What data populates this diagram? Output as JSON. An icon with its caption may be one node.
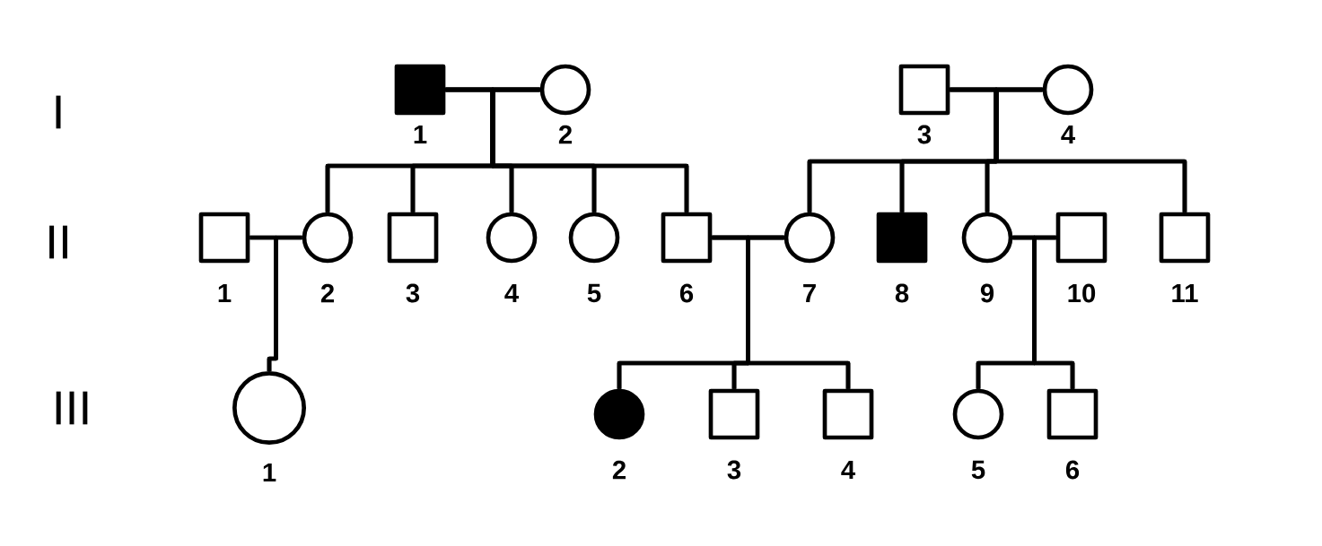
{
  "diagram": {
    "nodes": [
      {
        "text": [],
        "shape": "filled-box",
        "beside": [
          "1"
        ]
      },
      {
        "text": [],
        "shape": "circle",
        "beside": [
          "2"
        ]
      },
      {
        "text": [],
        "shape": "box",
        "beside": [
          "3"
        ]
      },
      {
        "text": [],
        "shape": "circle",
        "beside": [
          "4"
        ]
      },
      {
        "text": [],
        "shape": "box",
        "beside": [
          "1"
        ]
      },
      {
        "text": [],
        "shape": "circle",
        "beside": [
          "2"
        ]
      },
      {
        "text": [],
        "shape": "box",
        "beside": [
          "3"
        ]
      },
      {
        "text": [],
        "shape": "circle",
        "beside": [
          "4"
        ]
      },
      {
        "text": [],
        "shape": "circle",
        "beside": [
          "5"
        ]
      },
      {
        "text": [],
        "shape": "box",
        "beside": [
          "6"
        ]
      },
      {
        "text": [],
        "shape": "circle",
        "beside": [
          "7"
        ]
      },
      {
        "text": [],
        "shape": "filled-box",
        "beside": [
          "8"
        ]
      },
      {
        "text": [],
        "shape": "circle",
        "beside": [
          "9"
        ]
      },
      {
        "text": [],
        "shape": "box",
        "beside": [
          "10"
        ]
      },
      {
        "text": [],
        "shape": "box",
        "beside": [
          "11"
        ]
      },
      {
        "text": [],
        "shape": "circle",
        "beside": [
          "1"
        ]
      },
      {
        "text": [],
        "shape": "filled-circle",
        "beside": [
          "2"
        ]
      },
      {
        "text": [],
        "shape": "box",
        "beside": [
          "3"
        ]
      },
      {
        "text": [],
        "shape": "box",
        "beside": [
          "4"
        ]
      },
      {
        "text": [],
        "shape": "circle",
        "beside": [
          "5"
        ]
      },
      {
        "text": [],
        "shape": "box",
        "beside": [
          "6"
        ]
      }
    ],
    "edges": [
      {
        "from": 0,
        "to": 1,
        "arrow": "none"
      },
      {
        "from": 2,
        "to": 3,
        "arrow": "none"
      },
      {
        "from": 4,
        "to": 5,
        "arrow": "none"
      },
      {
        "from": 9,
        "to": 10,
        "arrow": "none"
      },
      {
        "from": 12,
        "to": 13,
        "arrow": "none"
      },
      {
        "from": 0,
        "to": 5,
        "arrow": "none"
      },
      {
        "from": 1,
        "to": 5,
        "arrow": "none"
      },
      {
        "from": 0,
        "to": 6,
        "arrow": "none"
      },
      {
        "from": 1,
        "to": 6,
        "arrow": "none"
      },
      {
        "from": 0,
        "to": 7,
        "arrow": "none"
      },
      {
        "from": 1,
        "to": 7,
        "arrow": "none"
      },
      {
        "from": 0,
        "to": 8,
        "arrow": "none"
      },
      {
        "from": 1,
        "to": 8,
        "arrow": "none"
      },
      {
        "from": 0,
        "to": 9,
        "arrow": "none"
      },
      {
        "from": 1,
        "to": 9,
        "arrow": "none"
      },
      {
        "from": 2,
        "to": 10,
        "arrow": "none"
      },
      {
        "from": 3,
        "to": 10,
        "arrow": "none"
      },
      {
        "from": 2,
        "to": 11,
        "arrow": "none"
      },
      {
        "from": 3,
        "to": 11,
        "arrow": "none"
      },
      {
        "from": 2,
        "to": 12,
        "arrow": "none"
      },
      {
        "from": 3,
        "to": 12,
        "arrow": "none"
      },
      {
        "from": 2,
        "to": 14,
        "arrow": "none"
      },
      {
        "from": 3,
        "to": 14,
        "arrow": "none"
      },
      {
        "from": 4,
        "to": 15,
        "arrow": "none"
      },
      {
        "from": 5,
        "to": 15,
        "arrow": "none"
      },
      {
        "from": 9,
        "to": 16,
        "arrow": "none"
      },
      {
        "from": 10,
        "to": 16,
        "arrow": "none"
      },
      {
        "from": 9,
        "to": 17,
        "arrow": "none"
      },
      {
        "from": 10,
        "to": 17,
        "arrow": "none"
      },
      {
        "from": 9,
        "to": 18,
        "arrow": "none"
      },
      {
        "from": 10,
        "to": 18,
        "arrow": "none"
      },
      {
        "from": 12,
        "to": 19,
        "arrow": "none"
      },
      {
        "from": 13,
        "to": 19,
        "arrow": "none"
      },
      {
        "from": 12,
        "to": 20,
        "arrow": "none"
      },
      {
        "from": 13,
        "to": 20,
        "arrow": "none"
      }
    ],
    "labels": [
      "I",
      "II",
      "III"
    ]
  }
}
